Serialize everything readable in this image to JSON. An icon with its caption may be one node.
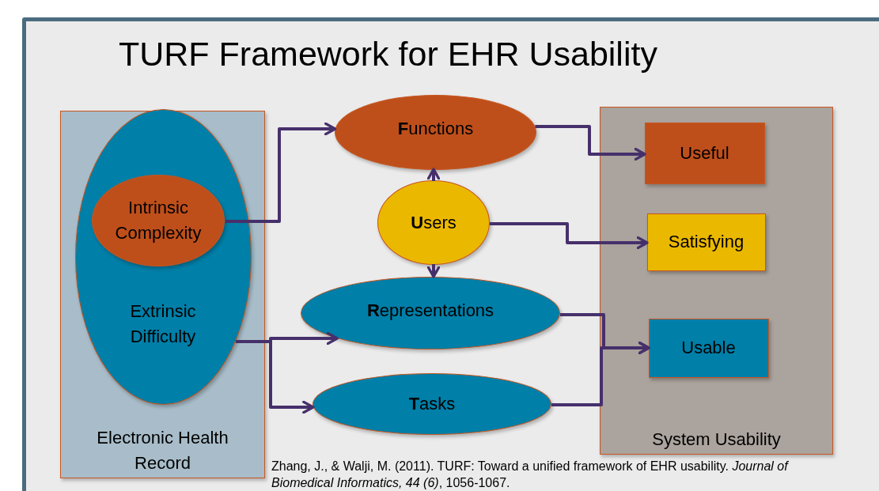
{
  "diagram": {
    "title": "TURF Framework for EHR Usability",
    "nodes": [
      {
        "text": [
          "Electronic Health Record"
        ]
      },
      {
        "text": [
          "Extrinsic Difficulty"
        ],
        "in": 0
      },
      {
        "text": [
          "Intrinsic Complexity"
        ],
        "in": 1
      },
      {
        "text": [
          "**F**unctions"
        ]
      },
      {
        "text": [
          "**U**sers"
        ]
      },
      {
        "text": [
          "**R**epresentations"
        ]
      },
      {
        "text": [
          "**T**asks"
        ]
      },
      {
        "text": [
          "System Usability"
        ]
      },
      {
        "text": [
          "Useful"
        ],
        "in": 7
      },
      {
        "text": [
          "Satisfying"
        ],
        "in": 7
      },
      {
        "text": [
          "Usable"
        ],
        "in": 7
      }
    ],
    "edges": [
      {
        "from": 2,
        "to": 3,
        "arrow": "to"
      },
      {
        "from": 4,
        "to": 3,
        "arrow": "to"
      },
      {
        "from": 4,
        "to": 5,
        "arrow": "to"
      },
      {
        "from": 1,
        "to": 5,
        "arrow": "to"
      },
      {
        "from": 1,
        "to": 6,
        "arrow": "to"
      },
      {
        "from": 3,
        "to": 8,
        "arrow": "to"
      },
      {
        "from": 4,
        "to": 9,
        "arrow": "to"
      },
      {
        "from": 5,
        "to": 10,
        "arrow": "to"
      },
      {
        "from": 6,
        "to": 10,
        "arrow": "to"
      }
    ],
    "caption": "Zhang, J., & Walji, M. (2011). TURF: Toward a unified framework of EHR usability. *Journal of Biomedical Informatics, 44 (6)*, 1056-1067."
  }
}
